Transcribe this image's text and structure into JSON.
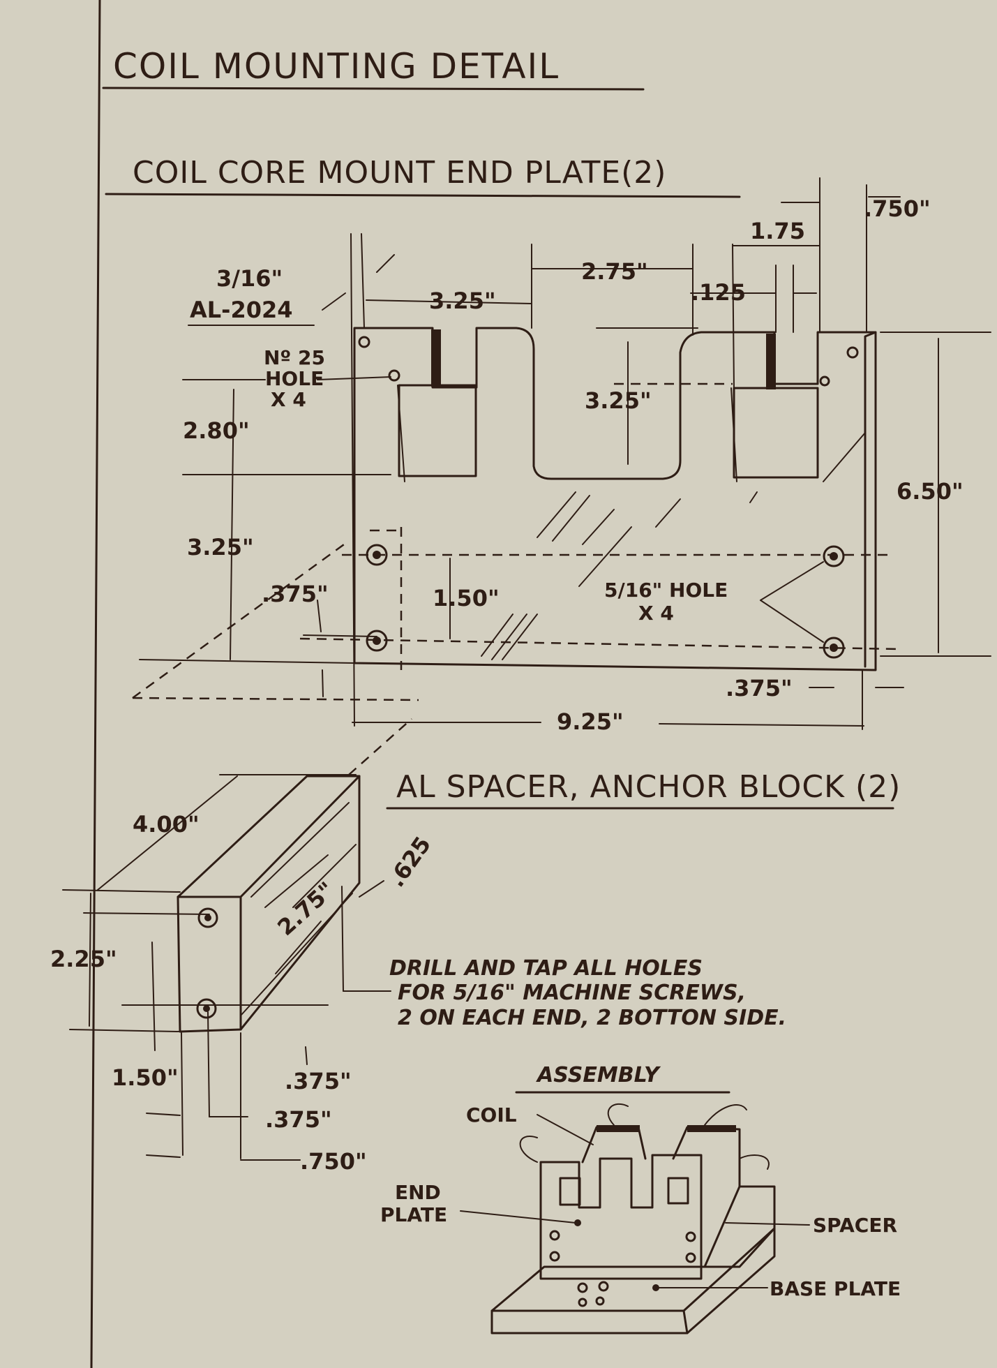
{
  "title": "COIL MOUNTING DETAIL",
  "end_plate": {
    "heading": "COIL CORE MOUNT END PLATE(2)",
    "material_thickness": "3/16\"",
    "material": "AL-2024",
    "hole_note_1": "Nº 25",
    "hole_note_2": "HOLE",
    "hole_note_3": "X 4",
    "big_hole_note_1": "5/16\" HOLE",
    "big_hole_note_2": "X 4",
    "dims": {
      "d_750_top": ".750\"",
      "d_175": "1.75",
      "d_275": "2.75\"",
      "d_125": ".125",
      "d_325_top": "3.25\"",
      "d_325_slot": "3.25\"",
      "d_280": "2.80\"",
      "d_325_left": "3.25\"",
      "d_375_left": ".375\"",
      "d_150": "1.50\"",
      "d_650": "6.50\"",
      "d_375_right": ".375\"",
      "d_925": "9.25\""
    }
  },
  "spacer": {
    "heading": "AL SPACER, ANCHOR BLOCK (2)",
    "dims": {
      "d_400": "4.00\"",
      "d_275": "2.75\"",
      "d_625": ".625",
      "d_225": "2.25\"",
      "d_150": "1.50\"",
      "d_375_a": ".375\"",
      "d_375_b": ".375\"",
      "d_750": ".750\""
    },
    "note_1": "DRILL AND TAP ALL HOLES",
    "note_2": "FOR 5/16\" MACHINE SCREWS,",
    "note_3": "2 ON EACH END, 2 BOTTON SIDE."
  },
  "assembly": {
    "heading": "ASSEMBLY",
    "coil": "COIL",
    "end_plate_1": "END",
    "end_plate_2": "PLATE",
    "spacer": "SPACER",
    "base_plate": "BASE PLATE"
  }
}
